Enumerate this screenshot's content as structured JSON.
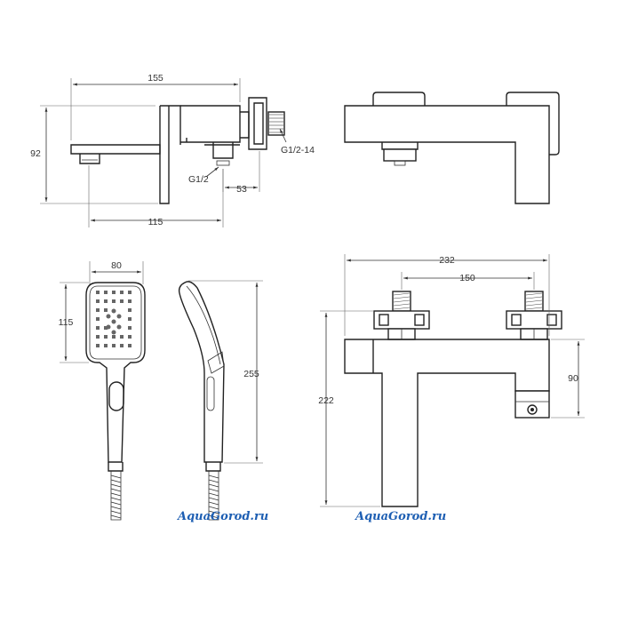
{
  "dimensions": {
    "top_left": {
      "overall_length": "155",
      "height": "92",
      "spout_length": "115",
      "offset": "53",
      "thread_inlet": "G1/2-14",
      "thread_outlet": "G1/2"
    },
    "hand_shower": {
      "width": "80",
      "head_height": "115",
      "total_length": "255"
    },
    "front_view": {
      "overall_width": "232",
      "center_distance": "150",
      "overall_height": "222",
      "body_height": "90"
    }
  },
  "watermarks": {
    "left": "AquaGorod.ru",
    "right": "AquaGorod.ru"
  },
  "colors": {
    "line": "#222222",
    "dimension_text": "#333333",
    "watermark": "#1e5fb3"
  }
}
